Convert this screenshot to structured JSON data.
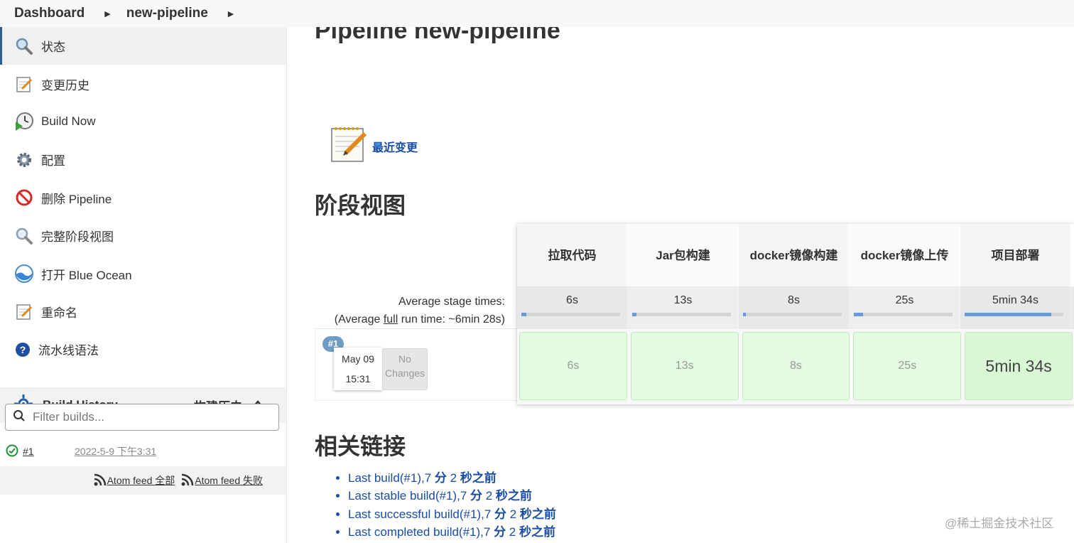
{
  "breadcrumb": {
    "items": [
      "Dashboard",
      "new-pipeline"
    ]
  },
  "sidebar": {
    "tasks": [
      {
        "label": "状态",
        "icon": "magnifier-icon"
      },
      {
        "label": "变更历史",
        "icon": "notepad-icon"
      },
      {
        "label": "Build Now",
        "icon": "clock-play-icon"
      },
      {
        "label": "配置",
        "icon": "gear-icon"
      },
      {
        "label": "删除 Pipeline",
        "icon": "no-entry-icon"
      },
      {
        "label": "完整阶段视图",
        "icon": "magnifier-icon"
      },
      {
        "label": "打开 Blue Ocean",
        "icon": "blue-ocean-icon"
      },
      {
        "label": "重命名",
        "icon": "notepad-icon"
      },
      {
        "label": "流水线语法",
        "icon": "help-icon"
      }
    ],
    "build_history": {
      "title": "Build History",
      "trend_label": "构建历史",
      "filter_placeholder": "Filter builds...",
      "builds": [
        {
          "number": "#1",
          "time": "2022-5-9 下午3:31",
          "status": "success"
        }
      ],
      "feeds": [
        {
          "label": "Atom feed 全部"
        },
        {
          "label": "Atom feed 失败"
        }
      ]
    }
  },
  "main": {
    "title": "Pipeline new-pipeline",
    "recent_changes": "最近变更",
    "stage_view_title": "阶段视图",
    "avg_label_1": "Average stage times:",
    "avg_label_2_prefix": "(Average ",
    "avg_label_2_link": "full",
    "avg_label_2_suffix": " run time: ~6min 28s)",
    "stages": [
      {
        "name": "拉取代码",
        "avg": "6s",
        "fill": 0.05,
        "cell": "6s"
      },
      {
        "name": "Jar包构建",
        "avg": "13s",
        "fill": 0.04,
        "cell": "13s"
      },
      {
        "name": "docker镜像构建",
        "avg": "8s",
        "fill": 0.03,
        "cell": "8s"
      },
      {
        "name": "docker镜像上传",
        "avg": "25s",
        "fill": 0.09,
        "cell": "25s"
      },
      {
        "name": "项目部署",
        "avg": "5min 34s",
        "fill": 0.88,
        "cell": "5min 34s"
      }
    ],
    "run": {
      "badge": "#1",
      "date": "May 09",
      "time": "15:31",
      "changes_1": "No",
      "changes_2": "Changes"
    },
    "related_title": "相关链接",
    "related_links": [
      {
        "prefix": "Last build(#1),7 ",
        "bold": "分",
        "mid": " 2 ",
        "bold2": "秒之前"
      },
      {
        "prefix": "Last stable build(#1),7 ",
        "bold": "分",
        "mid": " 2 ",
        "bold2": "秒之前"
      },
      {
        "prefix": "Last successful build(#1),7 ",
        "bold": "分",
        "mid": " 2 ",
        "bold2": "秒之前"
      },
      {
        "prefix": "Last completed build(#1),7 ",
        "bold": "分",
        "mid": " 2 ",
        "bold2": "秒之前"
      }
    ]
  },
  "watermark": "@稀土掘金技术社区",
  "colors": {
    "link": "#1a4da3",
    "success_cell": "#e3fbe0",
    "avg_bar": "#6b9bd6",
    "badge": "#6f9cc3"
  }
}
